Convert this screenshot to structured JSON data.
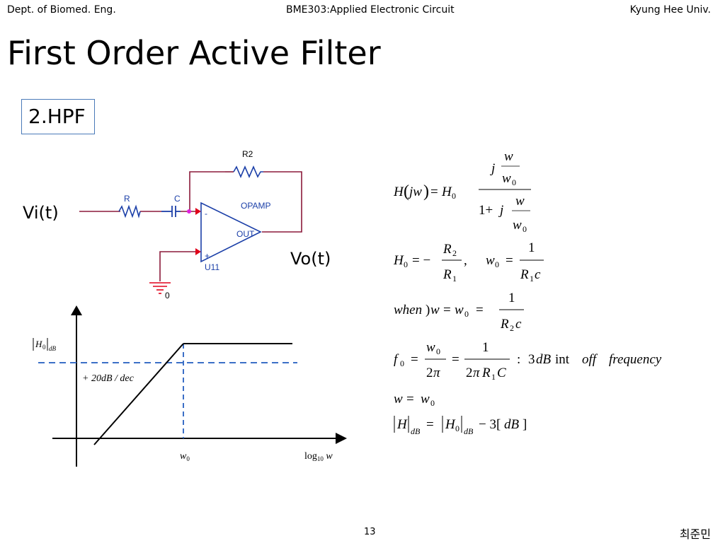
{
  "header": {
    "left": "Dept. of Biomed. Eng.",
    "center": "BME303:Applied Electronic Circuit",
    "right": "Kyung Hee Univ."
  },
  "title": "First Order Active Filter",
  "section_label": "2.HPF",
  "circuit": {
    "input_label": "Vi(t)",
    "output_label": "Vo(t)",
    "r2_label": "R2",
    "r_label": "R",
    "c_label": "C",
    "opamp_label": "OPAMP",
    "minus_label": "-",
    "plus_label": "+",
    "out_label": "OUT",
    "ref_label": "U11",
    "ground_label": "0",
    "colors": {
      "wire": "#8b1a3a",
      "component": "#1b3fa8",
      "pin_arrow": "#e0001a",
      "node_dot": "#e020e0"
    }
  },
  "bode": {
    "y_label": "|H0|dB",
    "slope_label": "+20dB / dec",
    "x_mark_label": "w0",
    "x_axis_label": "log10 w",
    "colors": {
      "dashed": "#3b6fc7"
    }
  },
  "equations": {
    "transfer": "H(jw) = H0 · (j w/w0) / (1 + j w/w0)",
    "params": "H0 = −R2/R1,  w0 = 1/(R1 c)",
    "when": "when) w = w0 = 1/(R2 c)",
    "cutoff": "f0 = w0/2π = 1/(2πR1C) : 3dB int off frequency",
    "w_eq": "w = w0",
    "gain": "|H|dB = |H0|dB − 3[dB]"
  },
  "footer": {
    "page_number": "13",
    "author": "최준민"
  }
}
